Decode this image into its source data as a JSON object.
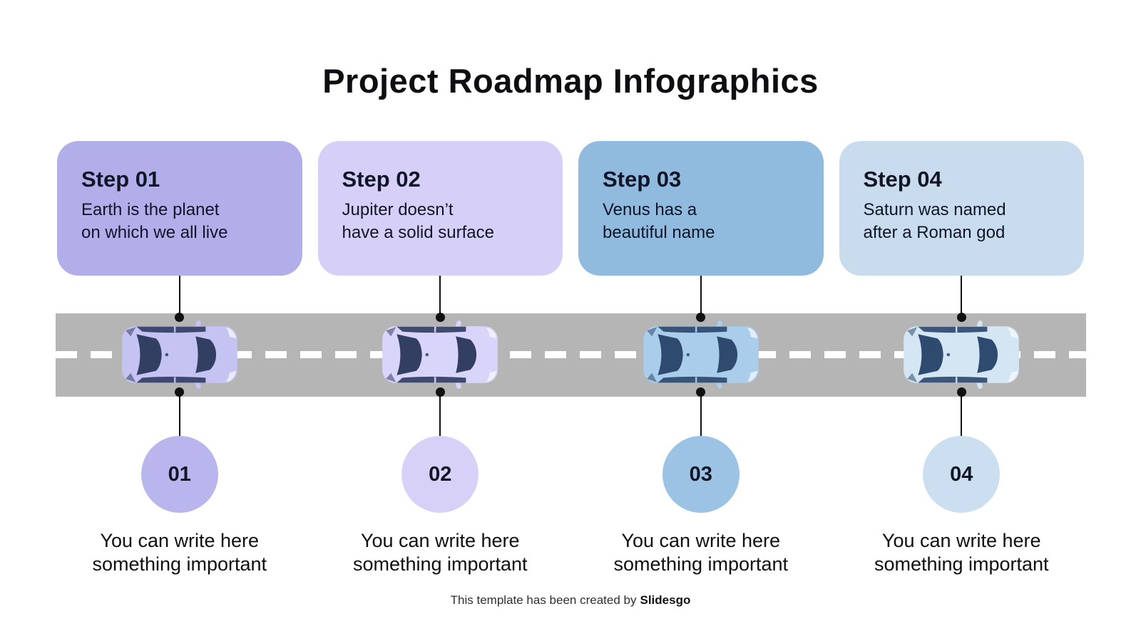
{
  "title": "Project Roadmap Infographics",
  "road": {
    "color": "#b5b5b5",
    "dash_color": "#ffffff"
  },
  "steps": [
    {
      "label": "Step 01",
      "description": "Earth is the planet\non which we all live",
      "number": "01",
      "note": "You can write here\nsomething important",
      "card_color": "#b2aeea",
      "circle_color": "#b9b6ee",
      "car_body": "#c5c3f1",
      "car_glass": "#333e63",
      "car_accent": "#eaeafb"
    },
    {
      "label": "Step 02",
      "description": "Jupiter doesn’t\nhave a solid surface",
      "number": "02",
      "note": "You can write here\nsomething important",
      "card_color": "#d6cff7",
      "circle_color": "#d7d1f8",
      "car_body": "#d9d4f9",
      "car_glass": "#333e63",
      "car_accent": "#f1effd"
    },
    {
      "label": "Step 03",
      "description": "Venus has a\nbeautiful name",
      "number": "03",
      "note": "You can write here\nsomething important",
      "card_color": "#90bade",
      "circle_color": "#9cc3e4",
      "car_body": "#a9cdea",
      "car_glass": "#2e4a6e",
      "car_accent": "#e4eef9"
    },
    {
      "label": "Step 04",
      "description": "Saturn was named\nafter a Roman god",
      "number": "04",
      "note": "You can write here\nsomething important",
      "card_color": "#c8dcee",
      "circle_color": "#cbdff1",
      "car_body": "#d4e5f4",
      "car_glass": "#2e4a6e",
      "car_accent": "#eff5fb"
    }
  ],
  "footer": {
    "prefix": "This template has been created by",
    "brand": "Slidesgo"
  }
}
